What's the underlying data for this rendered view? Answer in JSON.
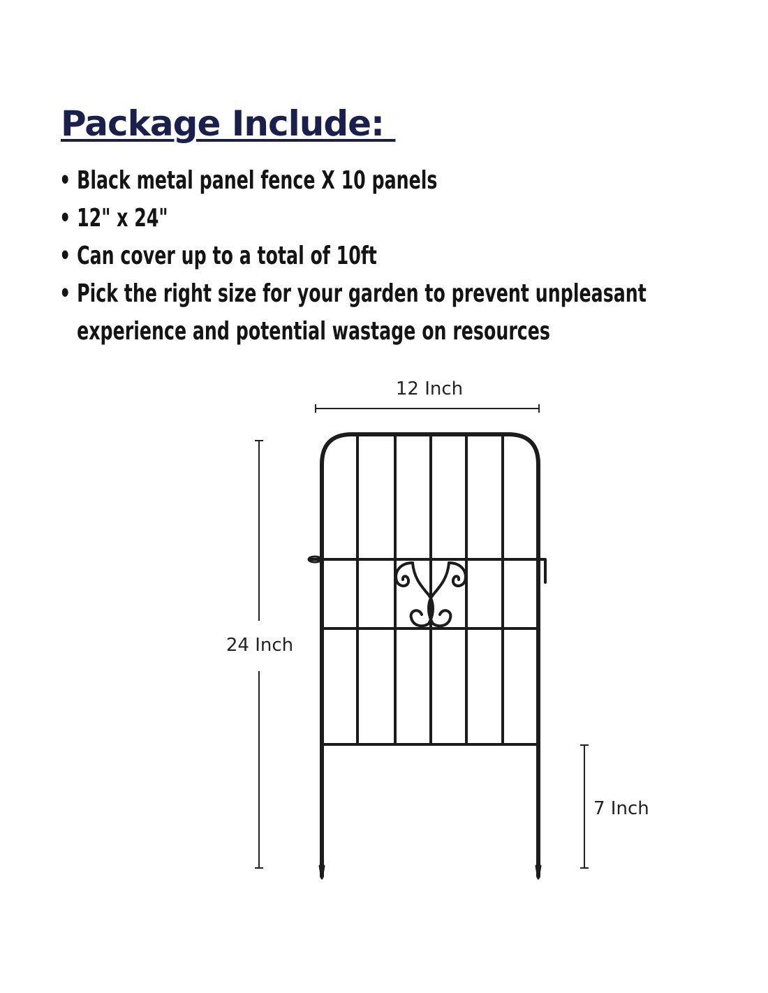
{
  "header": {
    "title": "Package Include: "
  },
  "package_items": [
    {
      "text": "Black metal panel fence X 10 panels"
    },
    {
      "text": "12\" x 24\""
    },
    {
      "text": "Can cover up to a total of 10ft"
    },
    {
      "text": "Pick the right size for your garden to prevent unpleasant experience and potential wastage on resources"
    }
  ],
  "bullet_glyph": "•",
  "dimensions": {
    "width_label": "12 Inch",
    "height_label": "24 Inch",
    "stake_label": "7 Inch"
  },
  "colors": {
    "title": "#1a1f4e",
    "text": "#141414",
    "fence": "#1c1c1c"
  }
}
